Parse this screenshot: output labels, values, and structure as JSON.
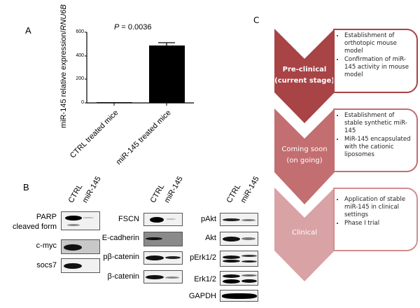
{
  "panels": {
    "a": "A",
    "b": "B",
    "c": "C"
  },
  "chart_data": {
    "type": "bar",
    "title": "",
    "annotation": "P = 0.0036",
    "xlabel": "",
    "ylabel": "miR-145 relative expression/RNU6B",
    "categories": [
      "CTRL treated mice",
      "miR-145 treated mice"
    ],
    "values": [
      2,
      485
    ],
    "error": [
      0,
      30
    ],
    "ylim": [
      0,
      600
    ],
    "yticks": [
      "0",
      "200",
      "400",
      "600"
    ],
    "colors": [
      "#000000",
      "#000000"
    ],
    "grid": false,
    "legend": null
  },
  "chart": {
    "p_prefix": "P",
    "p_value": " = 0.0036",
    "ylabel_main": "miR-145 relative expression/",
    "ylabel_italic": "RNU6B",
    "ticks": [
      "600",
      "400",
      "200",
      "0"
    ],
    "cat1": "CTRL treated mice",
    "cat2": "miR-145 treated mice"
  },
  "western": {
    "lanes": [
      "CTRL",
      "miR-145"
    ],
    "group1": [
      "PARP",
      "cleaved form",
      "c-myc",
      "socs7"
    ],
    "group2": [
      "FSCN",
      "E-cadherin",
      "pβ-catenin",
      "β-catenin"
    ],
    "group3": [
      "pAkt",
      "Akt",
      "pErk1/2",
      "Erk1/2",
      "GAPDH"
    ]
  },
  "pipeline": {
    "colors": {
      "stage1": "#a84346",
      "stage2": "#c36e70",
      "stage3": "#d9a2a4"
    },
    "stages": [
      {
        "title1": "Pre-clinical",
        "title2": "(current stage)",
        "bullets": [
          "Establishment of orthotopic mouse model",
          "Confirmation of miR-145 activity in mouse model"
        ]
      },
      {
        "title1": "Coming soon",
        "title2": "(on going)",
        "bullets": [
          "Establishment of stable synthetic miR-145",
          "MiR-145 encapsulated with the cationic liposomes"
        ]
      },
      {
        "title1": "Clinical",
        "title2": "",
        "bullets": [
          "Application of stable miR-145 in clinical settings",
          "Phase I trial"
        ]
      }
    ]
  }
}
